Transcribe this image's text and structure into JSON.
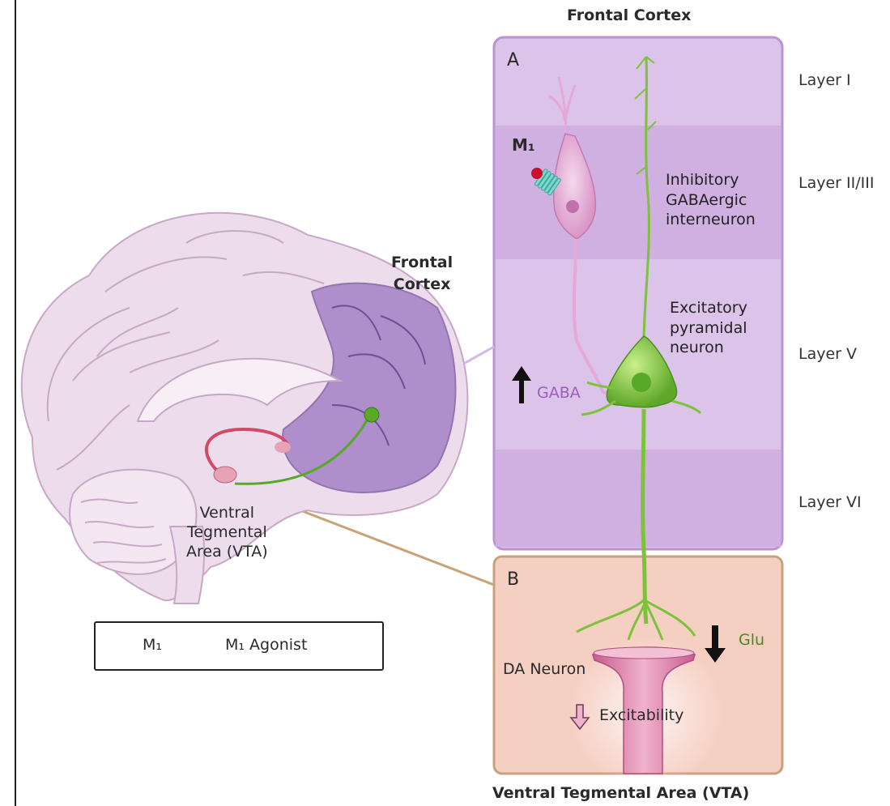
{
  "titles": {
    "top": "Frontal Cortex",
    "bottom": "Ventral Tegmental Area (VTA)"
  },
  "panels": {
    "a_label": "A",
    "b_label": "B"
  },
  "layers": [
    "Layer I",
    "Layer II/III",
    "Layer V",
    "Layer VI"
  ],
  "brain": {
    "frontal_cortex_label_1": "Frontal",
    "frontal_cortex_label_2": "Cortex",
    "vta_label_1": "Ventral",
    "vta_label_2": "Tegmental",
    "vta_label_3": "Area (VTA)"
  },
  "neurons": {
    "m1": "M₁",
    "inhibitory_1": "Inhibitory",
    "inhibitory_2": "GABAergic",
    "inhibitory_3": "interneuron",
    "excitatory_1": "Excitatory",
    "excitatory_2": "pyramidal",
    "excitatory_3": "neuron",
    "gaba": "GABA",
    "glu": "Glu",
    "da_neuron": "DA Neuron",
    "excitability": "Excitability"
  },
  "legend": {
    "m1": "M₁",
    "m1_agonist": "M₁ Agonist"
  },
  "colors": {
    "panel_a_fill": "#dcc3ea",
    "panel_a_band": "#cfb0e0",
    "panel_a_border": "#b993d2",
    "panel_b_fill": "#f6cfc3",
    "panel_b_border": "#c9a07e",
    "pyramidal_green": "#7cc23a",
    "interneuron_pink": "#e6a8d6",
    "agonist_red": "#c8102e",
    "receptor_teal": "#7fd8cf"
  },
  "icons": [
    "up-arrow-icon",
    "down-arrow-icon",
    "hollow-down-arrow-icon",
    "m1-receptor-icon",
    "agonist-dot-icon"
  ]
}
